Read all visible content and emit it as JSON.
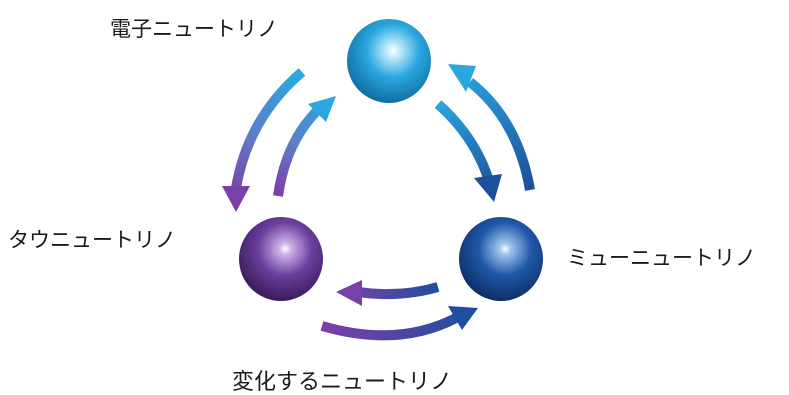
{
  "diagram": {
    "nodes": {
      "electron": {
        "label": "電子ニュートリノ",
        "color": "#29a8e0"
      },
      "muon": {
        "label": "ミューニュートリノ",
        "color": "#1d4f9c"
      },
      "tau": {
        "label": "タウニュートリノ",
        "color": "#6b3f9a"
      }
    },
    "caption": "変化するニュートリノ"
  }
}
